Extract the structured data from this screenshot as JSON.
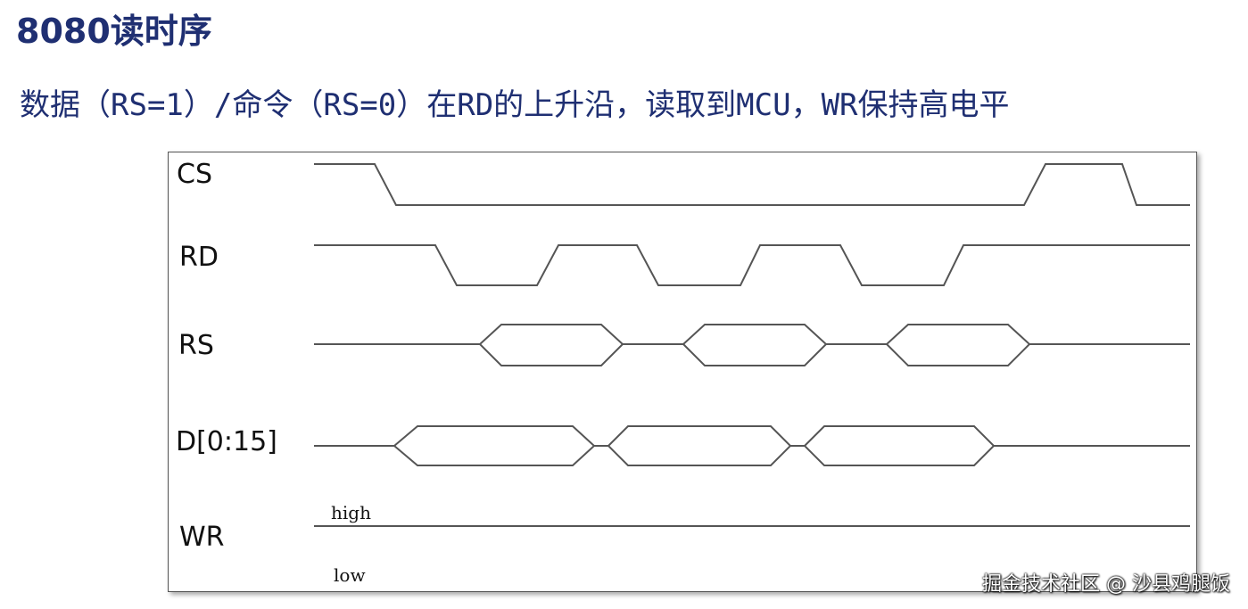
{
  "page": {
    "title": "8080读时序",
    "subtitle": "数据（RS=1）/命令（RS=0）在RD的上升沿，读取到MCU，WR保持高电平"
  },
  "diagram": {
    "signals": [
      "CS",
      "RD",
      "RS",
      "D[0:15]",
      "WR"
    ],
    "wr_levels": {
      "high": "high",
      "low": "low"
    }
  },
  "watermark": "掘金技术社区 @ 沙县鸡腿饭",
  "colors": {
    "title": "#1f2f72",
    "waveform": "#555555",
    "frame_border": "#555555"
  }
}
